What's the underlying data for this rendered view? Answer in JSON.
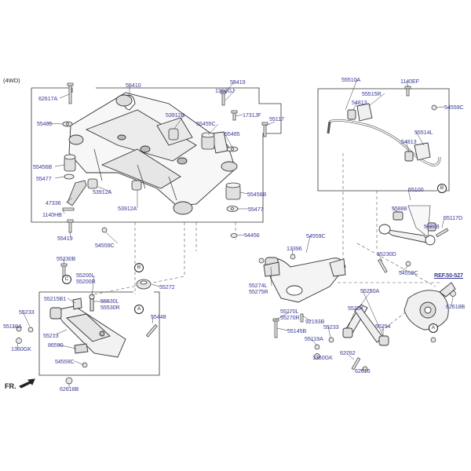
{
  "variant_label": "(4WD)",
  "front_label": "FR.",
  "labels": [
    {
      "id": "l62617A",
      "text": "62617A"
    },
    {
      "id": "l55410",
      "text": "55410"
    },
    {
      "id": "l55419a",
      "text": "55419"
    },
    {
      "id": "l1360GJ",
      "text": "1360GJ"
    },
    {
      "id": "l1731JF",
      "text": "1731JF"
    },
    {
      "id": "l55117",
      "text": "55117"
    },
    {
      "id": "l55485a",
      "text": "55485"
    },
    {
      "id": "l53912B",
      "text": "53912B"
    },
    {
      "id": "l55455C",
      "text": "55455C"
    },
    {
      "id": "l55485b",
      "text": "55485"
    },
    {
      "id": "l55456Ba",
      "text": "55456B"
    },
    {
      "id": "l55477a",
      "text": "55477"
    },
    {
      "id": "l53912A",
      "text": "53912A"
    },
    {
      "id": "l55456Bb",
      "text": "55456B"
    },
    {
      "id": "l47336",
      "text": "47336"
    },
    {
      "id": "l55477b",
      "text": "55477"
    },
    {
      "id": "l1140HB",
      "text": "1140HB"
    },
    {
      "id": "l53912A2",
      "text": "53912A"
    },
    {
      "id": "l55419b",
      "text": "55419"
    },
    {
      "id": "l54559Ca",
      "text": "54559C"
    },
    {
      "id": "l54456",
      "text": "54456"
    },
    {
      "id": "l55510A",
      "text": "55510A"
    },
    {
      "id": "l1140EF",
      "text": "1140EF"
    },
    {
      "id": "l55515R",
      "text": "55515R"
    },
    {
      "id": "l54813a",
      "text": "54813"
    },
    {
      "id": "l54559Cb",
      "text": "54559C"
    },
    {
      "id": "l55514L",
      "text": "55514L"
    },
    {
      "id": "l54813b",
      "text": "54813"
    },
    {
      "id": "l55100",
      "text": "55100"
    },
    {
      "id": "l55888a",
      "text": "55888"
    },
    {
      "id": "l55117D",
      "text": "55117D"
    },
    {
      "id": "l55888b",
      "text": "55888"
    },
    {
      "id": "l54559Cc",
      "text": "54559C"
    },
    {
      "id": "l13396",
      "text": "13396"
    },
    {
      "id": "l55230D",
      "text": "55230D"
    },
    {
      "id": "l54559Cd",
      "text": "54559C"
    },
    {
      "id": "l55230B",
      "text": "55230B"
    },
    {
      "id": "l55200L",
      "text": "55200L"
    },
    {
      "id": "l55200R",
      "text": "55200R"
    },
    {
      "id": "l55272",
      "text": "55272"
    },
    {
      "id": "l55274L",
      "text": "55274L"
    },
    {
      "id": "l55275R",
      "text": "55275R"
    },
    {
      "id": "l55250A",
      "text": "55250A"
    },
    {
      "id": "l55215B1",
      "text": "55215B1"
    },
    {
      "id": "l55530L",
      "text": "55530L"
    },
    {
      "id": "l55530R",
      "text": "55530R"
    },
    {
      "id": "l55233a",
      "text": "55233"
    },
    {
      "id": "l55448",
      "text": "55448"
    },
    {
      "id": "l55270L",
      "text": "55270L"
    },
    {
      "id": "l55270R",
      "text": "55270R"
    },
    {
      "id": "l92193B",
      "text": "92193B"
    },
    {
      "id": "l55254a",
      "text": "55254"
    },
    {
      "id": "l55119Aa",
      "text": "55119A"
    },
    {
      "id": "l55213",
      "text": "55213"
    },
    {
      "id": "l55233b",
      "text": "55233"
    },
    {
      "id": "l55254b",
      "text": "55254"
    },
    {
      "id": "l1360GKa",
      "text": "1360GK"
    },
    {
      "id": "l86590",
      "text": "86590"
    },
    {
      "id": "l55145B",
      "text": "55145B"
    },
    {
      "id": "l55119Ab",
      "text": "55119A"
    },
    {
      "id": "l54559Ce",
      "text": "54559C"
    },
    {
      "id": "l1360GKb",
      "text": "1360GK"
    },
    {
      "id": "l62762",
      "text": "62762"
    },
    {
      "id": "l62616",
      "text": "62616"
    },
    {
      "id": "l62618Ba",
      "text": "62618B"
    },
    {
      "id": "l62618Bb",
      "text": "62618B"
    },
    {
      "id": "lREF",
      "text": "REF.50-527"
    }
  ],
  "callouts": [
    {
      "id": "cB1",
      "text": "B"
    },
    {
      "id": "cB2",
      "text": "B"
    },
    {
      "id": "cC",
      "text": "C"
    },
    {
      "id": "cA1",
      "text": "A"
    },
    {
      "id": "cA2",
      "text": "A"
    }
  ]
}
